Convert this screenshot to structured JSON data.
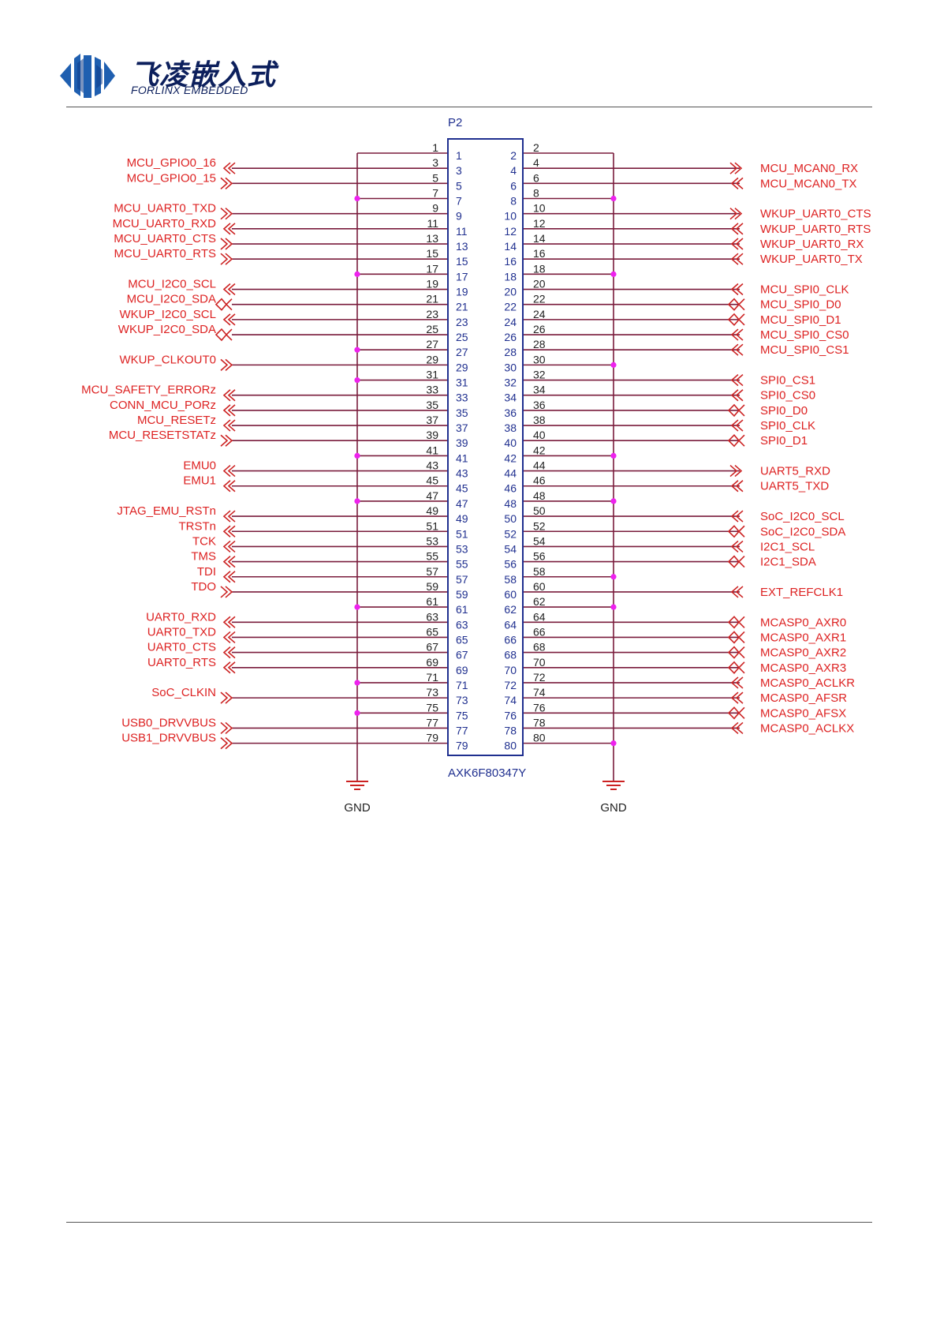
{
  "logo": {
    "name_cn": "飞凌嵌入式",
    "name_en": "FORLINX EMBEDDED"
  },
  "connector": {
    "designator": "P2",
    "part_number": "AXK6F80347Y"
  },
  "ground": {
    "left_label": "GND",
    "right_label": "GND"
  },
  "colors": {
    "net": "#cc2222",
    "wire": "#7a1c3c",
    "body": "#1f2f8f",
    "pin_number": "#1f2f8f",
    "junction": "#ee22ee",
    "label": "#dd2222"
  },
  "rows": [
    {
      "left_pin": "1",
      "right_pin": "2",
      "left_net": "",
      "left_dir": "",
      "right_net": "",
      "right_dir": ""
    },
    {
      "left_pin": "3",
      "right_pin": "4",
      "left_net": "MCU_GPIO0_16",
      "left_dir": "in",
      "right_net": "MCU_MCAN0_RX",
      "right_dir": "out"
    },
    {
      "left_pin": "5",
      "right_pin": "6",
      "left_net": "MCU_GPIO0_15",
      "left_dir": "out",
      "right_net": "MCU_MCAN0_TX",
      "right_dir": "in"
    },
    {
      "left_pin": "7",
      "right_pin": "8",
      "left_net": "",
      "left_dir": "",
      "right_net": "",
      "right_dir": ""
    },
    {
      "left_pin": "9",
      "right_pin": "10",
      "left_net": "MCU_UART0_TXD",
      "left_dir": "out",
      "right_net": "WKUP_UART0_CTS",
      "right_dir": "out"
    },
    {
      "left_pin": "11",
      "right_pin": "12",
      "left_net": "MCU_UART0_RXD",
      "left_dir": "in",
      "right_net": "WKUP_UART0_RTS",
      "right_dir": "in"
    },
    {
      "left_pin": "13",
      "right_pin": "14",
      "left_net": "MCU_UART0_CTS",
      "left_dir": "out",
      "right_net": "WKUP_UART0_RX",
      "right_dir": "in"
    },
    {
      "left_pin": "15",
      "right_pin": "16",
      "left_net": "MCU_UART0_RTS",
      "left_dir": "out",
      "right_net": "WKUP_UART0_TX",
      "right_dir": "in"
    },
    {
      "left_pin": "17",
      "right_pin": "18",
      "left_net": "",
      "left_dir": "",
      "right_net": "",
      "right_dir": ""
    },
    {
      "left_pin": "19",
      "right_pin": "20",
      "left_net": "MCU_I2C0_SCL",
      "left_dir": "in",
      "right_net": "MCU_SPI0_CLK",
      "right_dir": "in"
    },
    {
      "left_pin": "21",
      "right_pin": "22",
      "left_net": "MCU_I2C0_SDA",
      "left_dir": "bi",
      "right_net": "MCU_SPI0_D0",
      "right_dir": "bi"
    },
    {
      "left_pin": "23",
      "right_pin": "24",
      "left_net": "WKUP_I2C0_SCL",
      "left_dir": "in",
      "right_net": "MCU_SPI0_D1",
      "right_dir": "bi"
    },
    {
      "left_pin": "25",
      "right_pin": "26",
      "left_net": "WKUP_I2C0_SDA",
      "left_dir": "bi",
      "right_net": "MCU_SPI0_CS0",
      "right_dir": "in"
    },
    {
      "left_pin": "27",
      "right_pin": "28",
      "left_net": "",
      "left_dir": "",
      "right_net": "MCU_SPI0_CS1",
      "right_dir": "in"
    },
    {
      "left_pin": "29",
      "right_pin": "30",
      "left_net": "WKUP_CLKOUT0",
      "left_dir": "out",
      "right_net": "",
      "right_dir": ""
    },
    {
      "left_pin": "31",
      "right_pin": "32",
      "left_net": "",
      "left_dir": "",
      "right_net": "SPI0_CS1",
      "right_dir": "in"
    },
    {
      "left_pin": "33",
      "right_pin": "34",
      "left_net": "MCU_SAFETY_ERRORz",
      "left_dir": "in",
      "right_net": "SPI0_CS0",
      "right_dir": "in"
    },
    {
      "left_pin": "35",
      "right_pin": "36",
      "left_net": "CONN_MCU_PORz",
      "left_dir": "in",
      "right_net": "SPI0_D0",
      "right_dir": "bi"
    },
    {
      "left_pin": "37",
      "right_pin": "38",
      "left_net": "MCU_RESETz",
      "left_dir": "in",
      "right_net": "SPI0_CLK",
      "right_dir": "in"
    },
    {
      "left_pin": "39",
      "right_pin": "40",
      "left_net": "MCU_RESETSTATz",
      "left_dir": "out",
      "right_net": "SPI0_D1",
      "right_dir": "bi"
    },
    {
      "left_pin": "41",
      "right_pin": "42",
      "left_net": "",
      "left_dir": "",
      "right_net": "",
      "right_dir": ""
    },
    {
      "left_pin": "43",
      "right_pin": "44",
      "left_net": "EMU0",
      "left_dir": "in",
      "right_net": "UART5_RXD",
      "right_dir": "out"
    },
    {
      "left_pin": "45",
      "right_pin": "46",
      "left_net": "EMU1",
      "left_dir": "in",
      "right_net": "UART5_TXD",
      "right_dir": "in"
    },
    {
      "left_pin": "47",
      "right_pin": "48",
      "left_net": "",
      "left_dir": "",
      "right_net": "",
      "right_dir": ""
    },
    {
      "left_pin": "49",
      "right_pin": "50",
      "left_net": "JTAG_EMU_RSTn",
      "left_dir": "in",
      "right_net": "SoC_I2C0_SCL",
      "right_dir": "in"
    },
    {
      "left_pin": "51",
      "right_pin": "52",
      "left_net": "TRSTn",
      "left_dir": "in",
      "right_net": "SoC_I2C0_SDA",
      "right_dir": "bi"
    },
    {
      "left_pin": "53",
      "right_pin": "54",
      "left_net": "TCK",
      "left_dir": "in",
      "right_net": "I2C1_SCL",
      "right_dir": "in"
    },
    {
      "left_pin": "55",
      "right_pin": "56",
      "left_net": "TMS",
      "left_dir": "in",
      "right_net": "I2C1_SDA",
      "right_dir": "bi"
    },
    {
      "left_pin": "57",
      "right_pin": "58",
      "left_net": "TDI",
      "left_dir": "in",
      "right_net": "",
      "right_dir": ""
    },
    {
      "left_pin": "59",
      "right_pin": "60",
      "left_net": "TDO",
      "left_dir": "out",
      "right_net": "EXT_REFCLK1",
      "right_dir": "in"
    },
    {
      "left_pin": "61",
      "right_pin": "62",
      "left_net": "",
      "left_dir": "",
      "right_net": "",
      "right_dir": ""
    },
    {
      "left_pin": "63",
      "right_pin": "64",
      "left_net": "UART0_RXD",
      "left_dir": "in",
      "right_net": "MCASP0_AXR0",
      "right_dir": "bi"
    },
    {
      "left_pin": "65",
      "right_pin": "66",
      "left_net": "UART0_TXD",
      "left_dir": "in",
      "right_net": "MCASP0_AXR1",
      "right_dir": "bi"
    },
    {
      "left_pin": "67",
      "right_pin": "68",
      "left_net": "UART0_CTS",
      "left_dir": "in",
      "right_net": "MCASP0_AXR2",
      "right_dir": "bi"
    },
    {
      "left_pin": "69",
      "right_pin": "70",
      "left_net": "UART0_RTS",
      "left_dir": "in",
      "right_net": "MCASP0_AXR3",
      "right_dir": "bi"
    },
    {
      "left_pin": "71",
      "right_pin": "72",
      "left_net": "",
      "left_dir": "",
      "right_net": "MCASP0_ACLKR",
      "right_dir": "in"
    },
    {
      "left_pin": "73",
      "right_pin": "74",
      "left_net": "SoC_CLKIN",
      "left_dir": "out",
      "right_net": "MCASP0_AFSR",
      "right_dir": "in"
    },
    {
      "left_pin": "75",
      "right_pin": "76",
      "left_net": "",
      "left_dir": "",
      "right_net": "MCASP0_AFSX",
      "right_dir": "bi"
    },
    {
      "left_pin": "77",
      "right_pin": "78",
      "left_net": "USB0_DRVVBUS",
      "left_dir": "out",
      "right_net": "MCASP0_ACLKX",
      "right_dir": "in"
    },
    {
      "left_pin": "79",
      "right_pin": "80",
      "left_net": "USB1_DRVVBUS",
      "left_dir": "out",
      "right_net": "",
      "right_dir": ""
    }
  ]
}
